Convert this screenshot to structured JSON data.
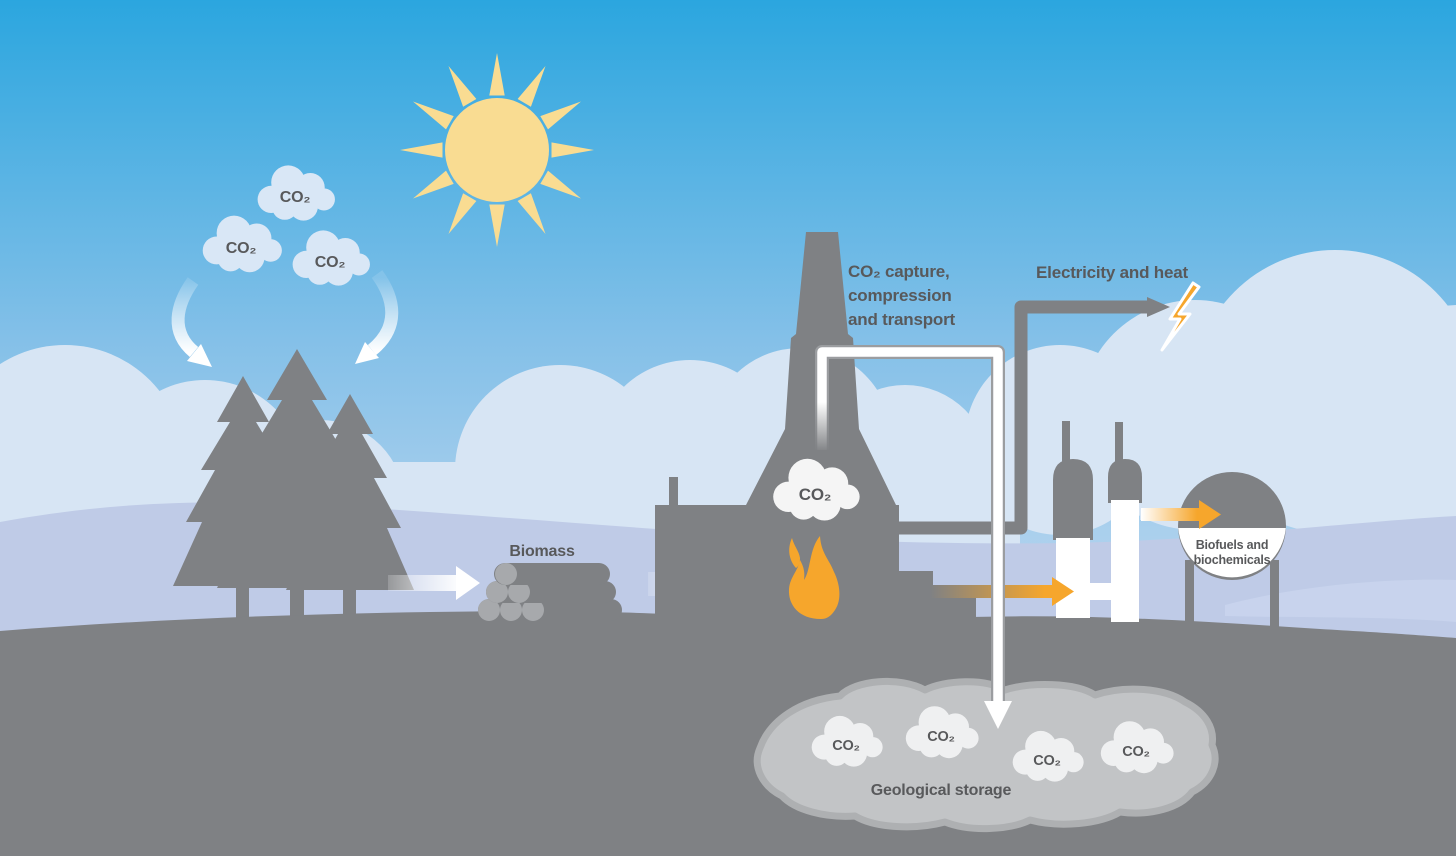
{
  "scene": {
    "co2_label": "CO₂",
    "biomass_label": "Biomass",
    "capture_label_line1": "CO₂ capture,",
    "capture_label_line2": "compression",
    "capture_label_line3": "and transport",
    "electricity_label": "Electricity and heat",
    "geological_storage_label": "Geological storage",
    "biofuels_label_line1": "Biofuels and",
    "biofuels_label_line2": "biochemicals"
  },
  "colors": {
    "sky_top": "#2BA6DF",
    "sky_mid": "#84C0E8",
    "sky_bottom": "#C7DCF1",
    "cloud_bank": "#D7E5F4",
    "hill_top": "#A6BCE1",
    "hill_bottom": "#BFCBE7",
    "ground": "#7F8184",
    "structure_gray": "#7F8184",
    "tree_green": "#55A04D",
    "sun_yellow": "#F9DC92",
    "accent_orange": "#F6A62C",
    "co2_cloud_sky": "#D9E7F6",
    "co2_cloud_white": "#F5F5F5",
    "co2_cloud_storage": "#EFF0F1",
    "storage_blob_fill": "#C2C4C6",
    "storage_blob_edge": "#AEB0B2",
    "pipe_white": "#FFFFFF",
    "pipe_outline": "#9B9DA0",
    "text_dark": "#58595B"
  }
}
